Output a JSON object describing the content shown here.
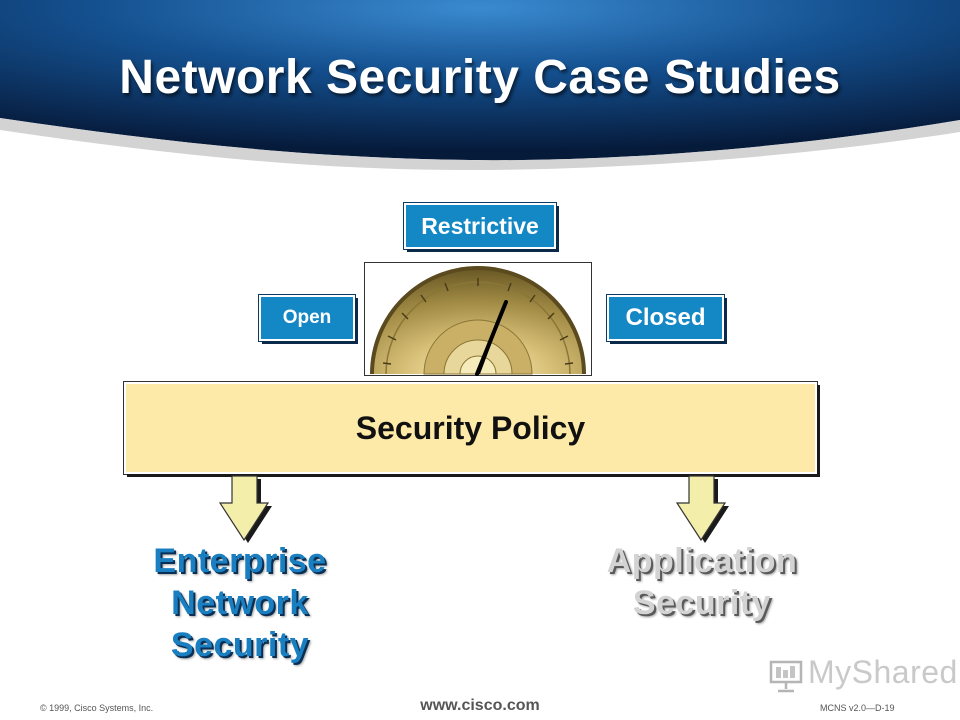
{
  "title": "Network Security Case Studies",
  "gauge": {
    "restrictive_label": "Restrictive",
    "open_label": "Open",
    "closed_label": "Closed"
  },
  "policy": {
    "label": "Security Policy"
  },
  "outcomes": {
    "enterprise_lines": [
      "Enterprise",
      "Network",
      "Security"
    ],
    "application_lines": [
      "Application",
      "Security"
    ]
  },
  "footer": {
    "copyright": "© 1999, Cisco Systems, Inc.",
    "website": "www.cisco.com",
    "course_code": "MCNS v2.0—D-19"
  },
  "watermark": {
    "text": "MyShared",
    "icon": "presentation-board-icon"
  },
  "colors": {
    "header_blue": "#1a4f8a",
    "label_blue": "#1487c5",
    "policy_fill": "#fdeaa9",
    "arrow_fill": "#f3eeaa",
    "enterprise_text": "#1a7fc1",
    "application_text": "#d3d3d3"
  }
}
